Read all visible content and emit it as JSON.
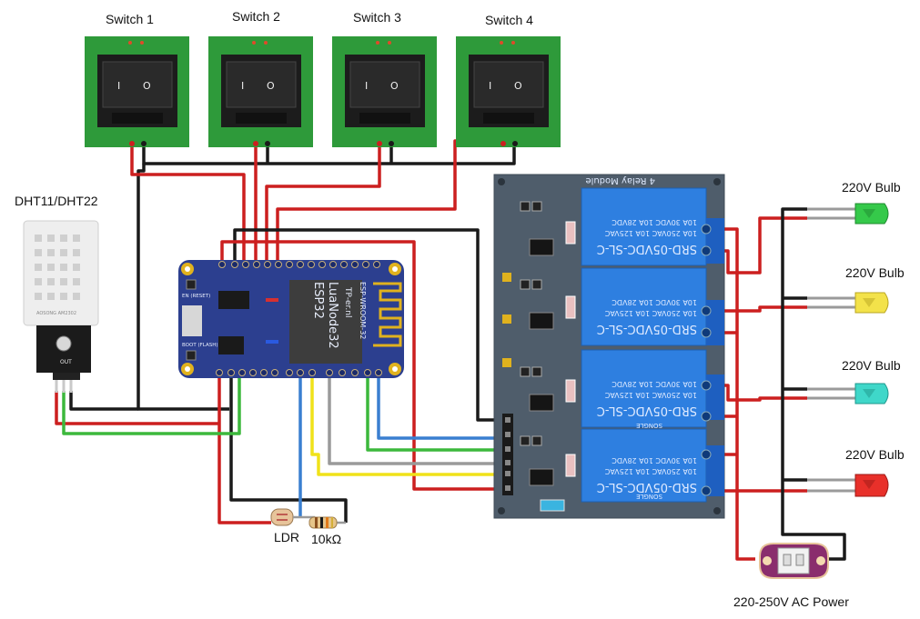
{
  "switches": [
    {
      "label": "Switch 1"
    },
    {
      "label": "Switch 2"
    },
    {
      "label": "Switch 3"
    },
    {
      "label": "Switch 4"
    }
  ],
  "dht": {
    "label": "DHT11/DHT22",
    "brand": "AOSONG AM2302",
    "out_pin": "OUT"
  },
  "esp32": {
    "title": "LuaNode32",
    "subtitle": "ESP32",
    "module": "ESP-WROOM-32",
    "maker": "TP-er.nl",
    "en_label": "EN\n(RESET)",
    "boot_label": "BOOT\n(FLASH)"
  },
  "ldr": {
    "label": "LDR"
  },
  "resistor": {
    "label": "10kΩ"
  },
  "relay_module": {
    "title": "4 Relay Module",
    "relay_model": "SRD-05VDC-SL-C",
    "relay_rating_1": "10A 250VAC 10A 125VAC",
    "relay_rating_2": "10A 30VDC 10A 28VDC",
    "relay_brand": "SONGLE"
  },
  "bulbs": [
    {
      "label": "220V Bulb",
      "color": "#35c94a"
    },
    {
      "label": "220V Bulb",
      "color": "#f3e24a"
    },
    {
      "label": "220V Bulb",
      "color": "#3fd7c9"
    },
    {
      "label": "220V Bulb",
      "color": "#e8302a"
    }
  ],
  "power": {
    "label": "220-250V AC Power"
  },
  "colors": {
    "red_wire": "#cc1f1f",
    "black_wire": "#1a1a1a",
    "green_wire": "#3cb83c",
    "blue_wire": "#3a7fd0",
    "yellow_wire": "#f0e21a",
    "grey_wire": "#9a9a9a",
    "pcb_green": "#2e9a3a",
    "esp_blue": "#2c3f8f",
    "relay_board": "#4f5d6b",
    "relay_blue": "#2e7fe0"
  }
}
